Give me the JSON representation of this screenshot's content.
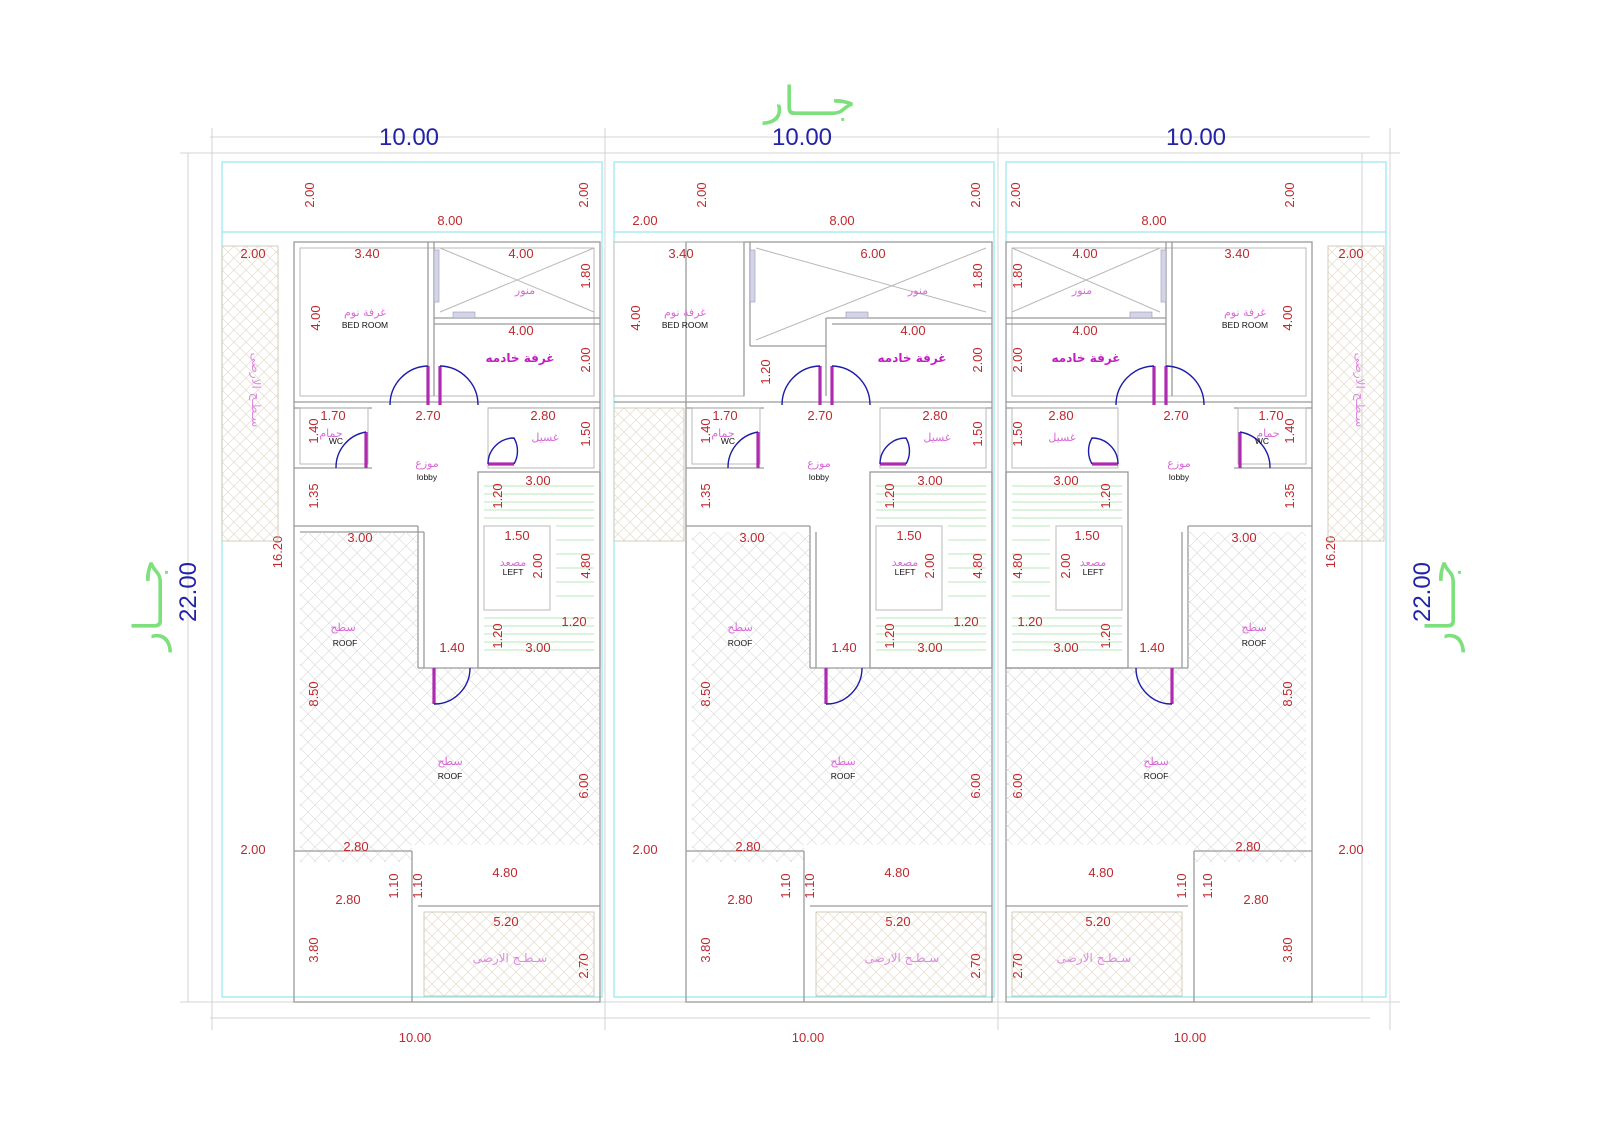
{
  "neighbor_label": "جـــار",
  "overall": {
    "top_widths": [
      "10.00",
      "10.00",
      "10.00"
    ],
    "bottom_widths": [
      "10.00",
      "10.00",
      "10.00"
    ],
    "depth_left": "22.00",
    "depth_right": "22.00",
    "inner_depth_left": "16.20",
    "inner_depth_right": "16.20"
  },
  "labels": {
    "bedroom_ar": "غرفة نوم",
    "bedroom_en": "BED ROOM",
    "maid_room": "غرفة خادمه",
    "light_well": "منور",
    "wc_ar": "حمام",
    "wc_en": "WC",
    "wash": "غسيل",
    "lobby_ar": "موزع",
    "lobby_en": "lobby",
    "lift_ar": "مصعد",
    "lift_en": "LEFT",
    "roof_ar": "سطح",
    "roof_en": "ROOF",
    "ground_roof": "سـطـح الارضى"
  },
  "units": [
    {
      "dims": {
        "front_left": "2.00",
        "front_right": "2.00",
        "width_inner": "8.00",
        "side_left": "2.00",
        "bed_w": "3.40",
        "bed_h": "4.00",
        "well_w": "4.00",
        "well_h": "1.80",
        "maid_w": "4.00",
        "maid_h": "2.00",
        "wc_w": "1.70",
        "wc_h": "1.40",
        "lobby_w": "2.70",
        "wash_w": "2.80",
        "wash_h": "1.50",
        "corr_h": "1.35",
        "stair_w_top": "3.00",
        "stair_h_top": "1.20",
        "roof_w": "3.00",
        "lift_w": "1.50",
        "lift_h": "2.00",
        "stair_h": "4.80",
        "stair_land": "1.20",
        "stair_h_bot": "1.20",
        "stair_w_bot": "3.00",
        "door_w": "1.40",
        "roof_h": "8.50",
        "roof_big_h": "6.00",
        "back_left": "2.00",
        "notch_w": "2.80",
        "notch_h1": "1.10",
        "notch_h2": "1.10",
        "notch_w2": "4.80",
        "back_w": "2.80",
        "back_h": "3.80",
        "terrace_w": "5.20",
        "terrace_h": "2.70"
      }
    },
    {
      "dims": {
        "front_left": "2.00",
        "front_right": "2.00",
        "width_inner": "8.00",
        "side_left": "2.00",
        "bed_w": "3.40",
        "bed_h": "4.00",
        "well_w": "6.00",
        "well_h": "1.80",
        "well_side": "1.20",
        "maid_w": "4.00",
        "maid_h": "2.00",
        "wc_w": "1.70",
        "wc_h": "1.40",
        "lobby_w": "2.70",
        "wash_w": "2.80",
        "wash_h": "1.50",
        "corr_h": "1.35",
        "stair_w_top": "3.00",
        "stair_h_top": "1.20",
        "roof_w": "3.00",
        "lift_w": "1.50",
        "lift_h": "2.00",
        "stair_h": "4.80",
        "stair_land": "1.20",
        "stair_h_bot": "1.20",
        "stair_w_bot": "3.00",
        "door_w": "1.40",
        "roof_h": "8.50",
        "roof_big_h": "6.00",
        "back_left": "2.00",
        "notch_w": "2.80",
        "notch_h1": "1.10",
        "notch_h2": "1.10",
        "notch_w2": "4.80",
        "back_w": "2.80",
        "back_h": "3.80",
        "terrace_w": "5.20",
        "terrace_h": "2.70"
      }
    },
    {
      "dims": {
        "front_left": "2.00",
        "front_right": "2.00",
        "width_inner": "8.00",
        "side_right": "2.00",
        "bed_w": "3.40",
        "bed_h": "4.00",
        "well_w": "4.00",
        "well_h": "1.80",
        "maid_w": "4.00",
        "maid_h": "2.00",
        "wc_w": "1.70",
        "wc_h": "1.40",
        "lobby_w": "2.70",
        "wash_w": "2.80",
        "wash_h": "1.50",
        "corr_h": "1.35",
        "stair_w_top": "3.00",
        "stair_h_top": "1.20",
        "roof_w": "3.00",
        "lift_w": "1.50",
        "lift_h": "2.00",
        "stair_h": "4.80",
        "stair_land": "1.20",
        "stair_h_bot": "1.20",
        "stair_w_bot": "3.00",
        "door_w": "1.40",
        "roof_h": "8.50",
        "roof_big_h": "6.00",
        "back_right": "2.00",
        "notch_w": "2.80",
        "notch_h1": "1.10",
        "notch_h2": "1.10",
        "notch_w2": "4.80",
        "back_w": "2.80",
        "back_h": "3.80",
        "terrace_w": "5.20",
        "terrace_h": "2.70"
      }
    }
  ]
}
